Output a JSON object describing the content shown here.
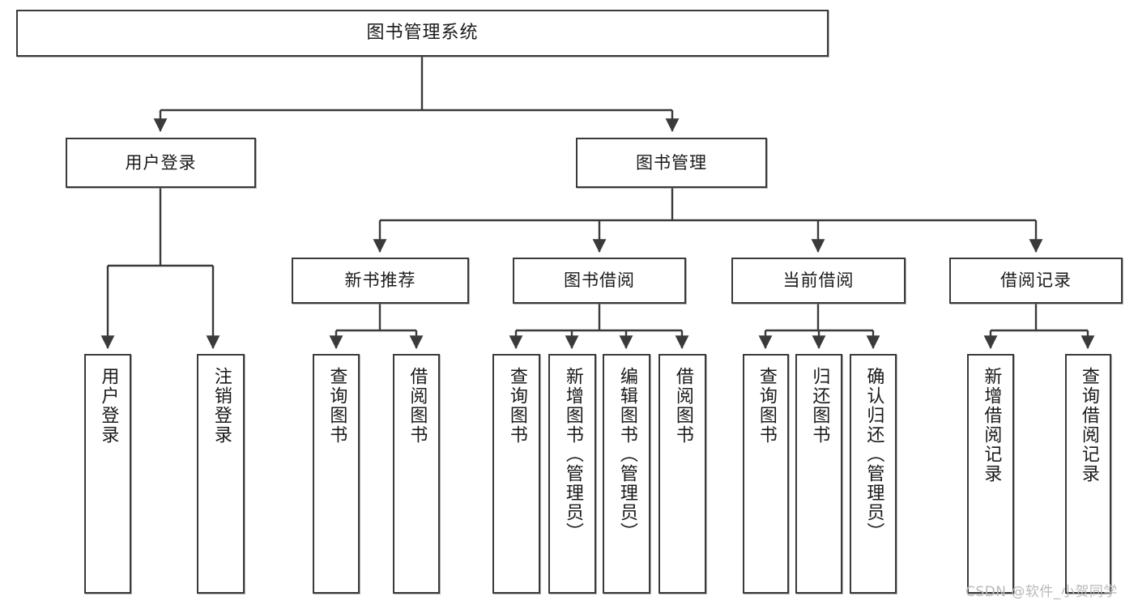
{
  "diagram": {
    "title": "图书管理系统",
    "type": "tree-hierarchy-diagram",
    "root": {
      "label": "图书管理系统"
    },
    "level2": [
      {
        "label": "用户登录"
      },
      {
        "label": "图书管理"
      }
    ],
    "level3": [
      {
        "label": "新书推荐"
      },
      {
        "label": "图书借阅"
      },
      {
        "label": "当前借阅"
      },
      {
        "label": "借阅记录"
      }
    ],
    "leaves_user_login": [
      {
        "label": "用户登录"
      },
      {
        "label": "注销登录"
      }
    ],
    "leaves_new_book": [
      {
        "label": "查询图书"
      },
      {
        "label": "借阅图书"
      }
    ],
    "leaves_borrow": [
      {
        "label": "查询图书"
      },
      {
        "label": "新增图书（管理员）"
      },
      {
        "label": "编辑图书（管理员）"
      },
      {
        "label": "借阅图书"
      }
    ],
    "leaves_current": [
      {
        "label": "查询图书"
      },
      {
        "label": "归还图书"
      },
      {
        "label": "确认归还（管理员）"
      }
    ],
    "leaves_record": [
      {
        "label": "新增借阅记录"
      },
      {
        "label": "查询借阅记录"
      }
    ],
    "watermark": "CSDN @软件_小贺同学",
    "colors": {
      "stroke": "#3a3a3a",
      "fill": "#ffffff",
      "text": "#1a1a1a",
      "watermark": "#b9b9b9"
    }
  }
}
